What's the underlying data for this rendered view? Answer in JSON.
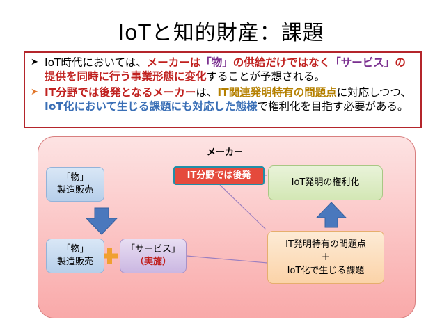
{
  "title": "IoTと知的財産：課題",
  "bullets": {
    "b1": {
      "mark": "➤",
      "seg1": "IoT時代においては、",
      "seg2": "メーカーは",
      "seg3": "「物」",
      "seg4": "の供給だけではなく",
      "seg5": "「サービス」",
      "seg6": "の提供を同時",
      "seg7": "に行う事業形態に変化",
      "seg8": "することが予想される。"
    },
    "b2": {
      "mark": "➤",
      "seg1": "IT分野では後発となるメーカー",
      "seg2": "は、",
      "seg3": "IT関連発明特有の問題点",
      "seg4": "に対応しつつ、",
      "seg5": "IoT化において生じる課題",
      "seg6": "にも対応した態様",
      "seg7": "で権利化を目指す必要がある。"
    }
  },
  "diagram": {
    "maker_label": "メーカー",
    "mono_top": [
      "「物」",
      "製造販売"
    ],
    "mono_bottom": [
      "「物」",
      "製造販売"
    ],
    "service": [
      "「サービス」",
      "（実施）"
    ],
    "it_late": "IT分野では後発",
    "iot_rights": "IoT発明の権利化",
    "problems": [
      "IT発明特有の問題点",
      "＋",
      "IoT化で生じる課題"
    ]
  },
  "colors": {
    "accent_red": "#c0211f",
    "purple": "#7a2f8f",
    "olive": "#b58000",
    "blue": "#3a6fb6",
    "arrow_blue": "#4a78bd",
    "plus_orange": "#f0a030"
  }
}
